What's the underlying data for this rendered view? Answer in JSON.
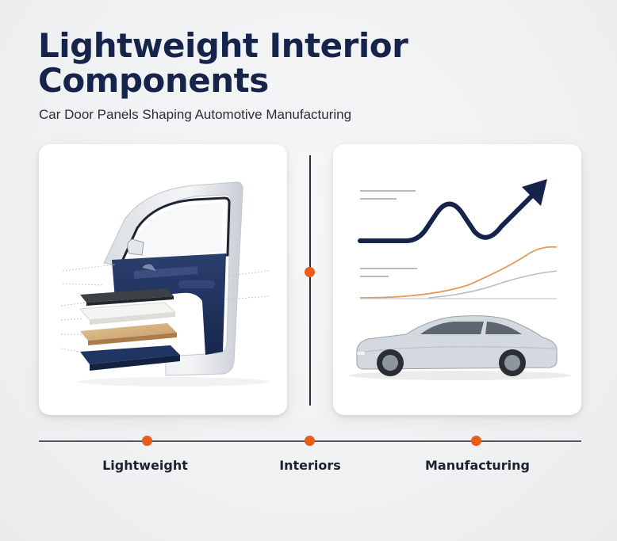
{
  "header": {
    "title": "Lightweight Interior Components",
    "subtitle": "Car Door Panels Shaping Automotive Manufacturing"
  },
  "cards": {
    "left": {
      "icon": "car-door-layers-icon"
    },
    "right": {
      "icon": "growth-chart-car-icon"
    }
  },
  "timeline": {
    "steps": [
      {
        "label": "Lightweight"
      },
      {
        "label": "Interiors"
      },
      {
        "label": "Manufacturing"
      }
    ]
  },
  "colors": {
    "navy": "#16234a",
    "accent": "#ea5b1c",
    "orange_line": "#e49a55",
    "grey_line": "#b9bcc0"
  }
}
